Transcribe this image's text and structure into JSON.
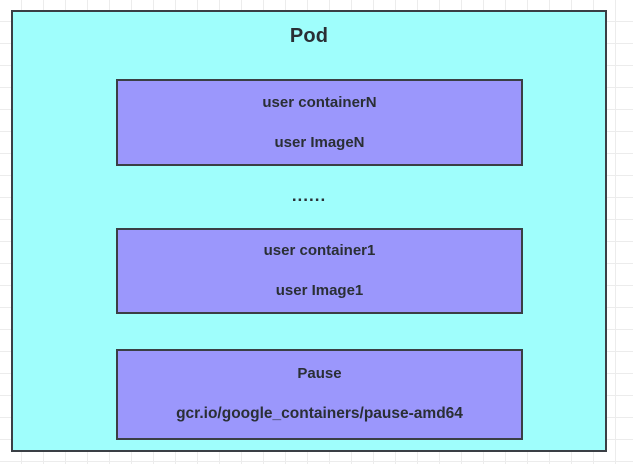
{
  "diagram": {
    "pod": {
      "title": "Pod",
      "fill_color": "#9ffefc",
      "border_color": "#3a3f45"
    },
    "ellipsis": "......",
    "containers": [
      {
        "name": "user containerN",
        "image": "user ImageN",
        "fill_color": "#9b97fc",
        "border_color": "#3a3f45"
      },
      {
        "name": "user container1",
        "image": "user Image1",
        "fill_color": "#9b97fc",
        "border_color": "#3a3f45"
      },
      {
        "name": "Pause",
        "image": "gcr.io/google_containers/pause-amd64",
        "fill_color": "#9b97fc",
        "border_color": "#3a3f45"
      }
    ]
  }
}
